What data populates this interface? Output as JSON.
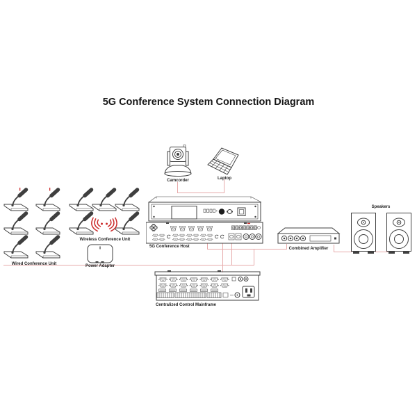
{
  "title": "5G Conference System Connection Diagram",
  "colors": {
    "ink": "#3f3f3f",
    "connection_line": "#e6a9a9",
    "accent_red": "#cc2b2b",
    "background": "#ffffff"
  },
  "devices": {
    "camcorder": {
      "label": "Camcorder"
    },
    "laptop": {
      "label": "Laptop"
    },
    "host": {
      "label": "5G Conference Host"
    },
    "wired_unit": {
      "label": "Wired Conference Unit",
      "mic_count": 6
    },
    "wireless_unit": {
      "label": "Wireless Conference Unit",
      "mic_count": 5
    },
    "power_adapter": {
      "label": "Power Adapter"
    },
    "amplifier": {
      "label": "Combined Amplifier"
    },
    "speakers": {
      "label": "Speakers",
      "count": 2
    },
    "mainframe": {
      "label": "Centralized Control Mainframe"
    }
  }
}
